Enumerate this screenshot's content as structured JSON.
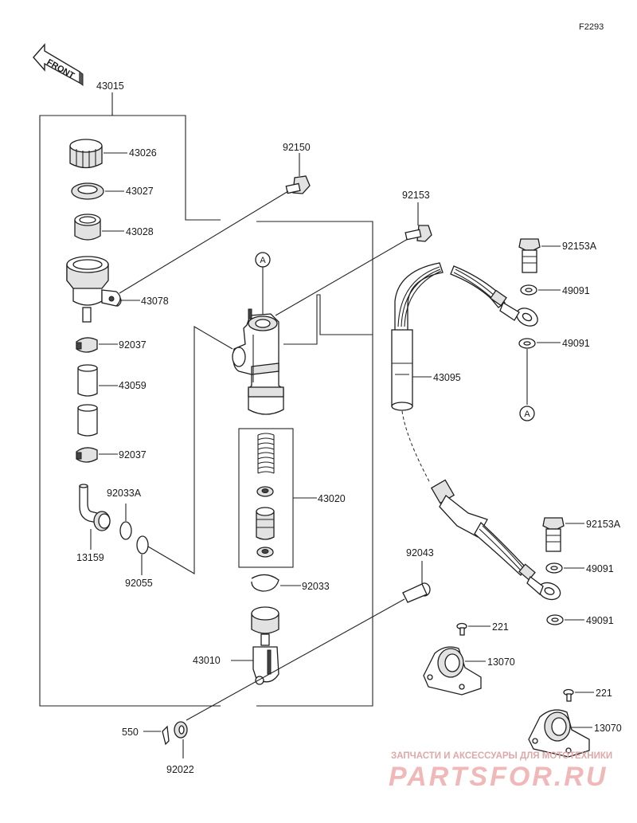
{
  "figure_code": "F2293",
  "front_label": "FRONT",
  "parts": {
    "p43015": "43015",
    "p43026": "43026",
    "p43027": "43027",
    "p43028": "43028",
    "p43078": "43078",
    "p92037a": "92037",
    "p43059": "43059",
    "p92037b": "92037",
    "p92033A": "92033A",
    "p13159": "13159",
    "p92055": "92055",
    "p92150": "92150",
    "p92153": "92153",
    "p43020": "43020",
    "p92033": "92033",
    "p43010": "43010",
    "p550": "550",
    "p92022": "92022",
    "p92043": "92043",
    "p92153A_top": "92153A",
    "p49091_1": "49091",
    "p49091_2": "49091",
    "p43095": "43095",
    "p92153A_bot": "92153A",
    "p49091_3": "49091",
    "p49091_4": "49091",
    "p221_1": "221",
    "p13070_1": "13070",
    "p221_2": "221",
    "p13070_2": "13070"
  },
  "ref_marks": {
    "a_top": "A",
    "a_bottom": "A"
  },
  "watermark": {
    "line1": "ЗАПЧАСТИ И АКСЕССУАРЫ ДЛЯ МОТОТЕХНИКИ",
    "line2": "PARTSFOR.RU"
  }
}
